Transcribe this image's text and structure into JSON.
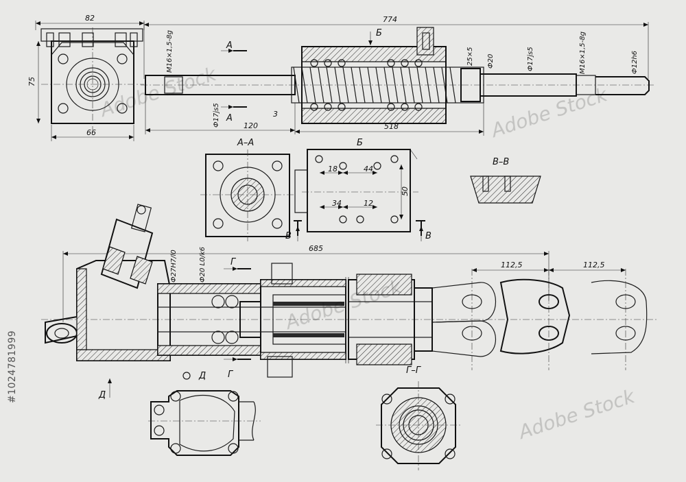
{
  "dimensions": {
    "top_left_width": "82",
    "top_left_height": "75",
    "top_left_base": "66",
    "overall_length": "774",
    "thread_left": "M16×1,5-8g",
    "shaft_left": "Ф17js5",
    "offset_small": "3",
    "offset_120": "120",
    "length_518": "518",
    "chamfer": "25×5",
    "dia_20": "Ф20",
    "shaft_right": "Ф17js5",
    "thread_right": "M16×1,5-8g",
    "dia_12": "Ф12h6",
    "b_18": "18",
    "b_44": "44",
    "b_34": "34",
    "b_12": "12",
    "b_50": "50",
    "length_685": "685",
    "pitch_a": "112,5",
    "pitch_b": "112,5",
    "fit_1": "Ф27H7/l0",
    "fit_2": "Ф20 L0/k6"
  },
  "labels": {
    "a_top": "А",
    "a_bottom": "А",
    "b_arrow": "Б",
    "section_aa": "А–А",
    "view_b": "Б",
    "section_vv": "В–В",
    "v_left": "В",
    "v_right": "В",
    "g_top": "Г",
    "g_bottom": "Г",
    "section_gg": "Г–Г",
    "d_arrow": "Д",
    "view_d": "Д"
  },
  "watermark": "Adobe Stock",
  "stock_id": "#1024781999"
}
